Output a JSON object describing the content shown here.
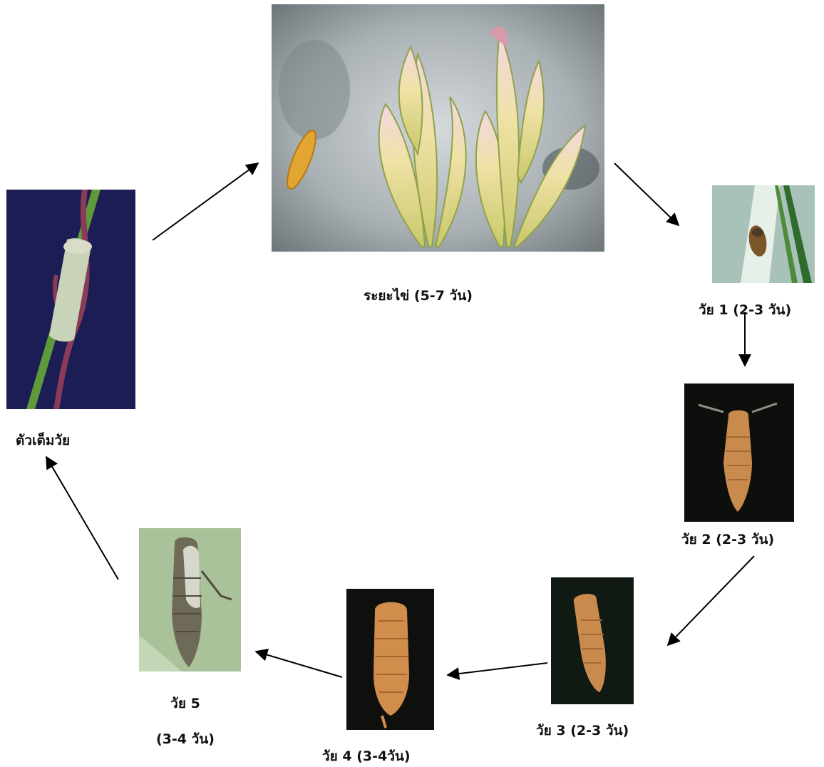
{
  "stages": {
    "egg": {
      "label": "ระยะไข่ (5-7 วัน)"
    },
    "nymph1": {
      "label": "วัย 1 (2-3 วัน)"
    },
    "nymph2": {
      "label": "วัย 2 (2-3 วัน)"
    },
    "nymph3": {
      "label": "วัย 3 (2-3 วัน)"
    },
    "nymph4": {
      "label": "วัย 4 (3-4วัน)"
    },
    "nymph5": {
      "label_line1": "วัย 5",
      "label_line2": "(3-4 วัน)"
    },
    "adult": {
      "label": "ตัวเต็มวัย"
    }
  },
  "colors": {
    "arrow": "#000000",
    "dark_background": "#0d0f0c",
    "adult_background": "#1c1d54",
    "nymph_body": "#c98a4e"
  }
}
